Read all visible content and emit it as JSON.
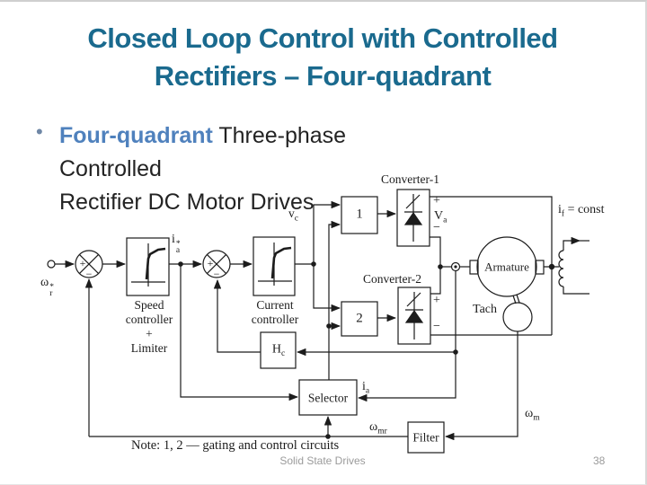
{
  "slide": {
    "title_lines": [
      "Closed Loop Control with Controlled",
      "Rectifiers – Four-quadrant"
    ],
    "bullet": {
      "marker": "•",
      "highlight": "Four-quadrant",
      "line1_rest": " Three-phase Controlled",
      "line2": "Rectifier DC Motor Drives"
    },
    "footer": {
      "left": "Solid State Drives",
      "page": "38"
    }
  },
  "colors": {
    "title": "#1a6a8e",
    "accent_blue": "#4f81bd",
    "body_text": "#232323",
    "diagram_ink": "#1c1c1c",
    "footer_gray": "#9b9b9b"
  },
  "diagram": {
    "blocks": {
      "speed_controller_lines": [
        "Speed",
        "controller",
        "+",
        "Limiter"
      ],
      "current_controller_lines": [
        "Current",
        "controller"
      ],
      "gating1": "1",
      "gating2": "2",
      "hc": {
        "base": "H",
        "sub": "c"
      },
      "selector": "Selector",
      "filter": "Filter",
      "converter1": "Converter-1",
      "converter2": "Converter-2",
      "armature": "Armature",
      "tach": "Tach"
    },
    "signals": {
      "omega_ref": {
        "base": "ω",
        "sup": "*",
        "sub": "r"
      },
      "ia_ref": {
        "base": "i",
        "sup": "*",
        "sub": "a"
      },
      "vc": {
        "base": "v",
        "sub": "c"
      },
      "va": {
        "base": "V",
        "sub": "a"
      },
      "ia": {
        "base": "i",
        "sub": "a"
      },
      "if_field": {
        "base": "i",
        "sub": "f",
        "rest": " = const"
      },
      "omega_m": {
        "base": "ω",
        "sub": "m"
      },
      "omega_mr": {
        "base": "ω",
        "sub": "mr"
      }
    },
    "marks": {
      "plus": "+",
      "minus": "−"
    },
    "note": "Note: 1, 2 — gating and control circuits"
  }
}
